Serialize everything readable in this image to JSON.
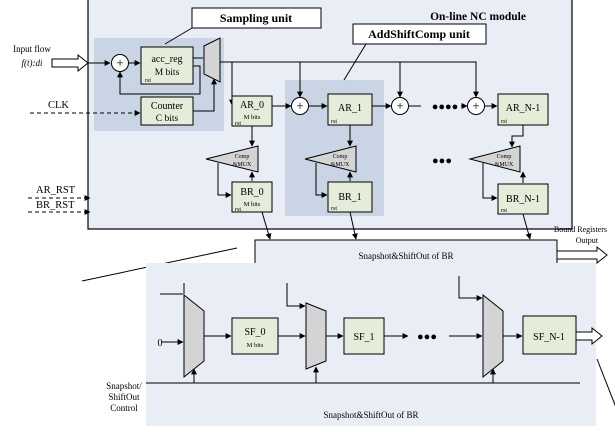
{
  "top": {
    "module_title": "On-line NC module",
    "sampling_callout": "Sampling unit",
    "addshift_callout": "AddShiftComp unit",
    "input_label_1": "Input flow",
    "input_label_2": "f(t):di",
    "clk_label": "CLK",
    "ar_rst_label": "AR_RST",
    "br_rst_label": "BR_RST",
    "acc_reg": {
      "name": "acc_reg",
      "sub": "M bits",
      "rst": "rst"
    },
    "counter": {
      "name": "Counter",
      "sub": "C bits"
    },
    "ar0": {
      "name": "AR_0",
      "sub": "M bits",
      "rst": "rst"
    },
    "ar1": {
      "name": "AR_1",
      "rst": "rst"
    },
    "arn": {
      "name": "AR_N-1",
      "rst": "rst"
    },
    "br0": {
      "name": "BR_0",
      "sub": "M bits",
      "rst": "rst"
    },
    "br1": {
      "name": "BR_1",
      "rst": "rst"
    },
    "brn": {
      "name": "BR_N-1",
      "rst": "rst"
    },
    "comp_top": "Comp",
    "comp_bottom": "&MUX",
    "adder_symbol": "+",
    "ellipsis": "●●●●",
    "ellipsis_short": "●●●",
    "snapshot_box": "Snapshot&ShiftOut of BR",
    "bound_label_1": "Bound Registers",
    "bound_label_2": "Output"
  },
  "bottom": {
    "zero": "0",
    "sf0": {
      "name": "SF_0",
      "sub": "M bits"
    },
    "sf1": {
      "name": "SF_1"
    },
    "sfn": {
      "name": "SF_N-1"
    },
    "ellipsis": "●●●",
    "control_1": "Snapshot/",
    "control_2": "ShiftOut",
    "control_3": "Control",
    "caption": "Snapshot&ShiftOut of BR"
  },
  "colors": {
    "panel_fill": "#e9edf6",
    "unit_fill": "#c9d4e4",
    "block_fill": "#e5ecd9",
    "mux_fill": "#d4d4d4"
  }
}
